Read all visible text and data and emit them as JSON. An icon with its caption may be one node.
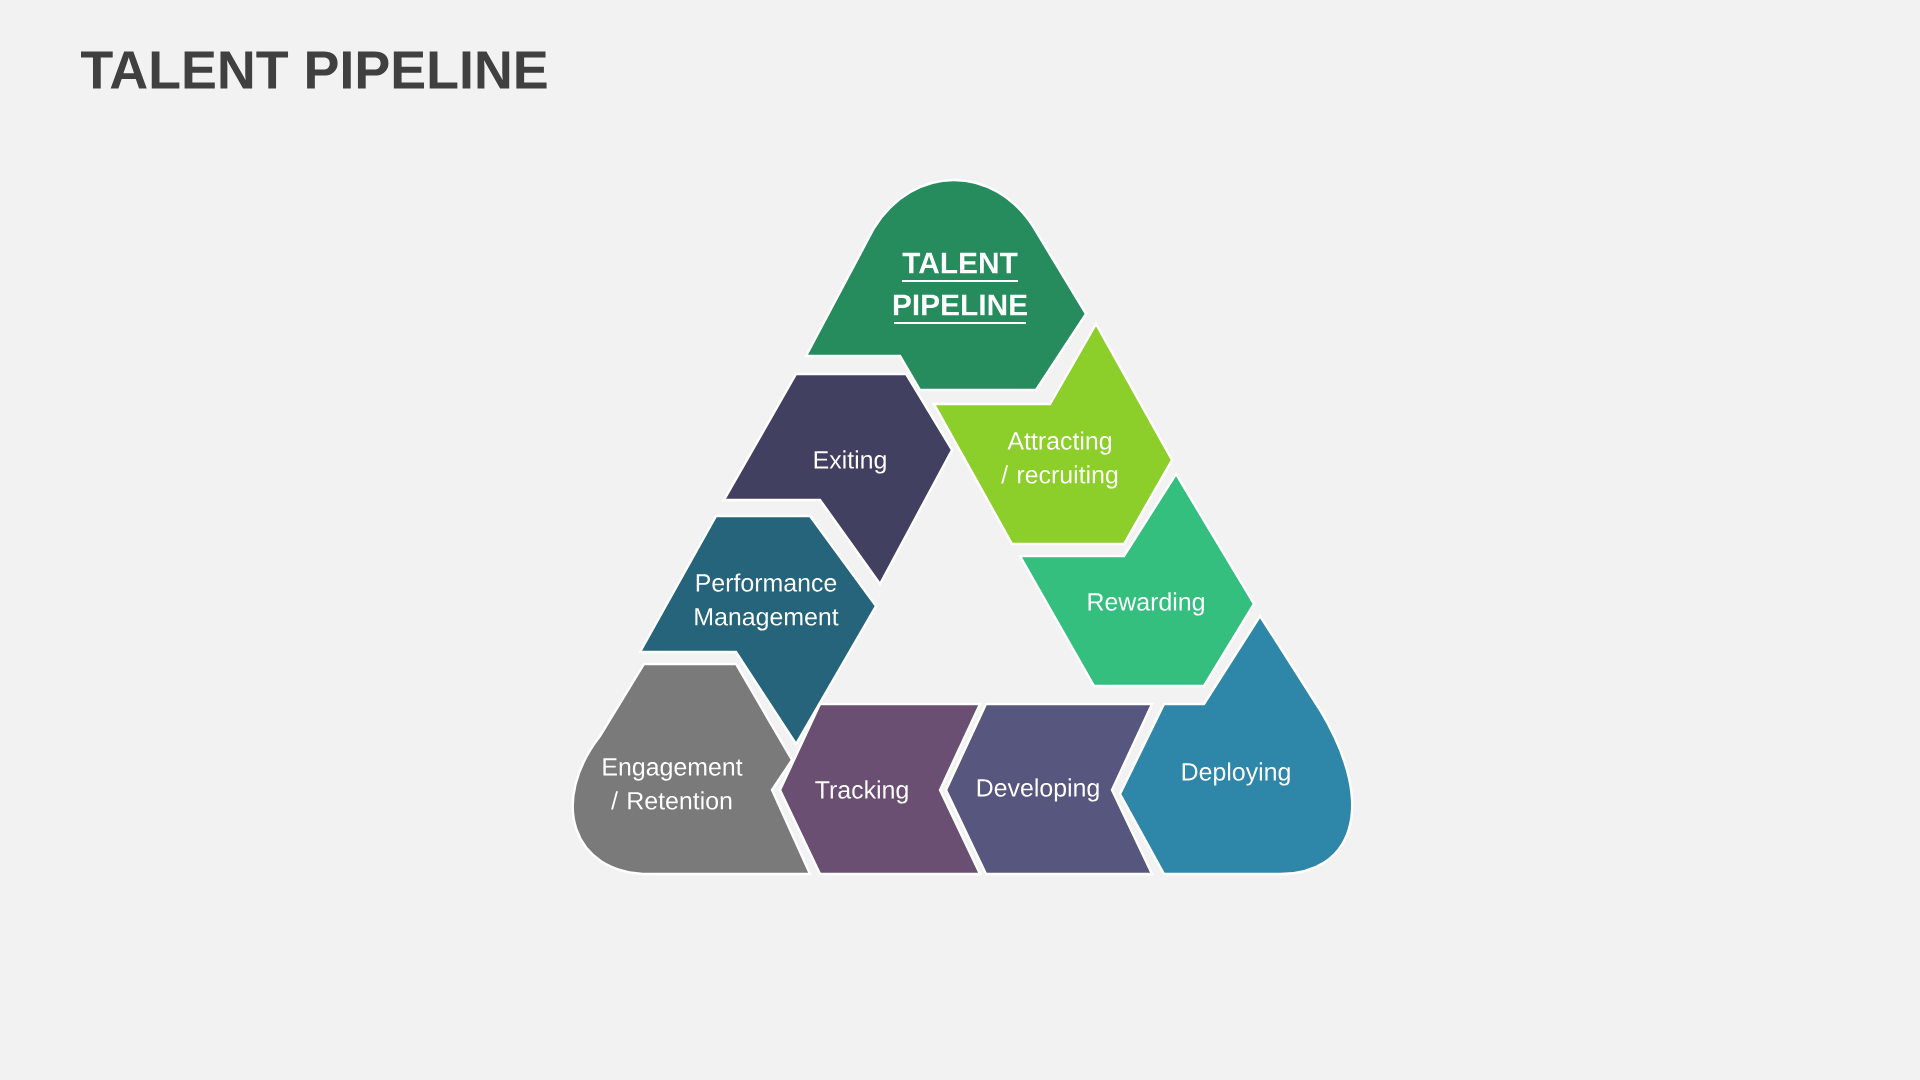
{
  "diagram": {
    "title": "TALENT PIPELINE",
    "nodes": [
      {
        "text": [
          "TALENT PIPELINE"
        ]
      },
      {
        "text": [
          "Exiting"
        ]
      },
      {
        "text": [
          "Attracting / recruiting"
        ]
      },
      {
        "text": [
          "Performance Management"
        ]
      },
      {
        "text": [
          "Rewarding"
        ]
      },
      {
        "text": [
          "Engagement / Retention"
        ]
      },
      {
        "text": [
          "Tracking"
        ]
      },
      {
        "text": [
          "Developing"
        ]
      },
      {
        "text": [
          "Deploying"
        ]
      }
    ]
  }
}
